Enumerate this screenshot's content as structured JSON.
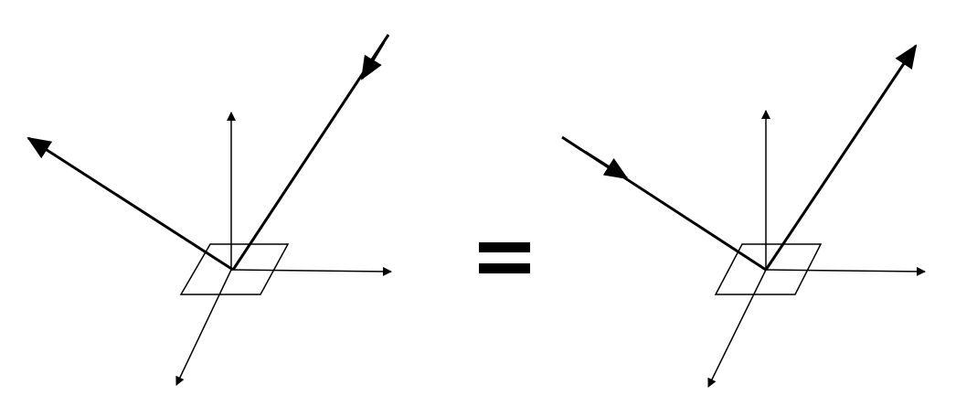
{
  "diagram": {
    "left_figure": {
      "name": "reflection-outgoing-both",
      "incident_direction": "outward",
      "reflected_direction": "inward"
    },
    "operator": "equals",
    "right_figure": {
      "name": "reflection-incoming-outgoing",
      "incident_direction": "inward",
      "reflected_direction": "outward"
    },
    "colors": {
      "stroke": "#000000",
      "background": "#ffffff"
    }
  }
}
